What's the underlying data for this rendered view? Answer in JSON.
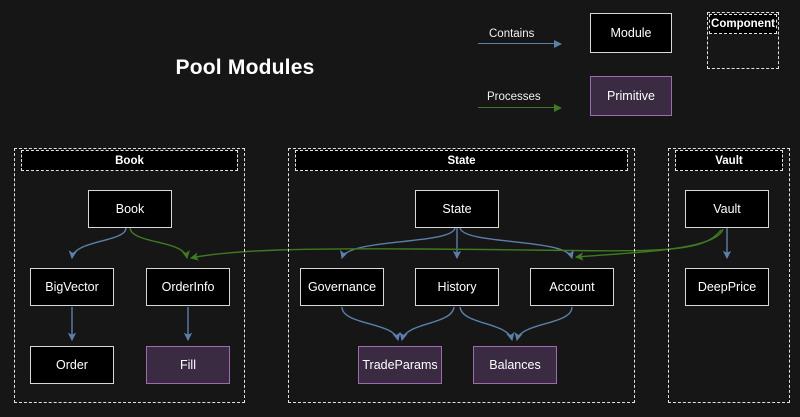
{
  "diagram": {
    "title": "Pool Modules",
    "background_color": "#161616",
    "contains_color": "#5b7fa8",
    "processes_color": "#3e7a22",
    "module_fill": "#000000",
    "module_border": "#d8d8d8",
    "primitive_fill": "#3a2b42",
    "primitive_border": "#9c6cae"
  },
  "legend": {
    "contains_label": "Contains",
    "processes_label": "Processes",
    "module_label": "Module",
    "primitive_label": "Primitive",
    "component_label": "Component"
  },
  "clusters": [
    {
      "id": "book",
      "label": "Book"
    },
    {
      "id": "state",
      "label": "State"
    },
    {
      "id": "vault",
      "label": "Vault"
    }
  ],
  "nodes": [
    {
      "id": "book",
      "label": "Book",
      "type": "module",
      "cluster": "book"
    },
    {
      "id": "bigvector",
      "label": "BigVector",
      "type": "module",
      "cluster": "book"
    },
    {
      "id": "orderinfo",
      "label": "OrderInfo",
      "type": "module",
      "cluster": "book"
    },
    {
      "id": "order",
      "label": "Order",
      "type": "module",
      "cluster": "book"
    },
    {
      "id": "fill",
      "label": "Fill",
      "type": "primitive",
      "cluster": "book"
    },
    {
      "id": "state",
      "label": "State",
      "type": "module",
      "cluster": "state"
    },
    {
      "id": "governance",
      "label": "Governance",
      "type": "module",
      "cluster": "state"
    },
    {
      "id": "history",
      "label": "History",
      "type": "module",
      "cluster": "state"
    },
    {
      "id": "account",
      "label": "Account",
      "type": "module",
      "cluster": "state"
    },
    {
      "id": "tradeparams",
      "label": "TradeParams",
      "type": "primitive",
      "cluster": "state"
    },
    {
      "id": "balances",
      "label": "Balances",
      "type": "primitive",
      "cluster": "state"
    },
    {
      "id": "vault",
      "label": "Vault",
      "type": "module",
      "cluster": "vault"
    },
    {
      "id": "deepprice",
      "label": "DeepPrice",
      "type": "module",
      "cluster": "vault"
    }
  ],
  "edges": [
    {
      "from": "book",
      "to": "bigvector",
      "kind": "contains"
    },
    {
      "from": "book",
      "to": "orderinfo",
      "kind": "processes"
    },
    {
      "from": "bigvector",
      "to": "order",
      "kind": "contains"
    },
    {
      "from": "orderinfo",
      "to": "fill",
      "kind": "contains"
    },
    {
      "from": "state",
      "to": "governance",
      "kind": "contains"
    },
    {
      "from": "state",
      "to": "history",
      "kind": "contains"
    },
    {
      "from": "state",
      "to": "account",
      "kind": "contains"
    },
    {
      "from": "governance",
      "to": "tradeparams",
      "kind": "contains"
    },
    {
      "from": "history",
      "to": "tradeparams",
      "kind": "contains"
    },
    {
      "from": "history",
      "to": "balances",
      "kind": "contains"
    },
    {
      "from": "account",
      "to": "balances",
      "kind": "contains"
    },
    {
      "from": "vault",
      "to": "deepprice",
      "kind": "contains"
    },
    {
      "from": "vault",
      "to": "account",
      "kind": "processes"
    },
    {
      "from": "vault",
      "to": "orderinfo",
      "kind": "processes"
    }
  ]
}
